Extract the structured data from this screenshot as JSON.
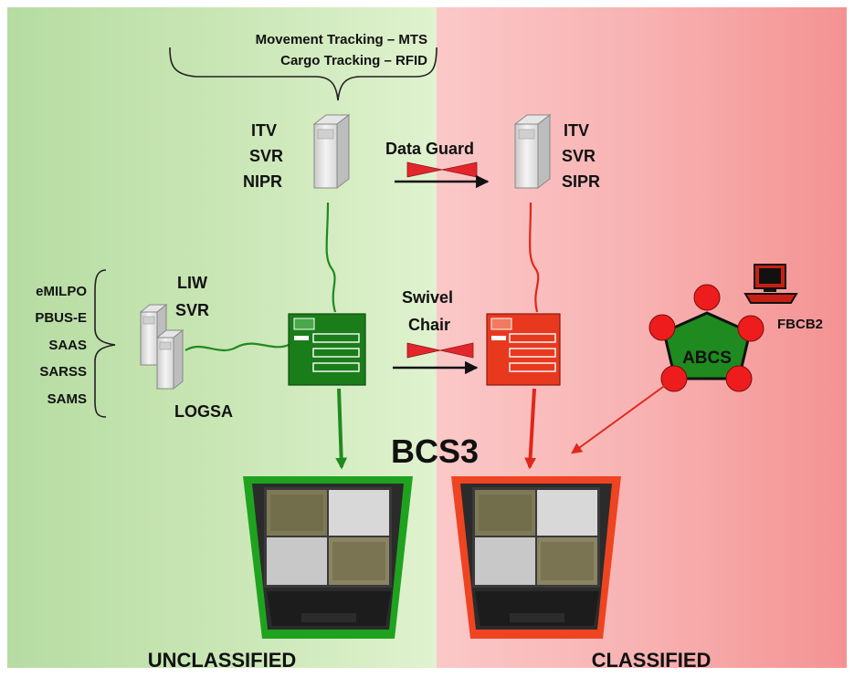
{
  "tracking": {
    "line1": "Movement Tracking – MTS",
    "line2": "Cargo Tracking – RFID"
  },
  "itv_unclass": [
    "ITV",
    "SVR",
    "NIPR"
  ],
  "itv_class": [
    "ITV",
    "SVR",
    "SIPR"
  ],
  "data_guard": "Data Guard",
  "swivel": [
    "Swivel",
    "Chair"
  ],
  "liw": [
    "LIW",
    "SVR"
  ],
  "logsa": "LOGSA",
  "systems": [
    "eMILPO",
    "PBUS-E",
    "SAAS",
    "SARSS",
    "SAMS"
  ],
  "abcs": "ABCS",
  "fbcb2": "FBCB2",
  "bcs3": "BCS3",
  "unclassified": "UNCLASSIFIED",
  "classified": "CLASSIFIED",
  "colors": {
    "green": "#1f8a1f",
    "red": "#e0271a",
    "left_bg": "#cbe7b7",
    "right_bg": "#f8b2b2"
  }
}
